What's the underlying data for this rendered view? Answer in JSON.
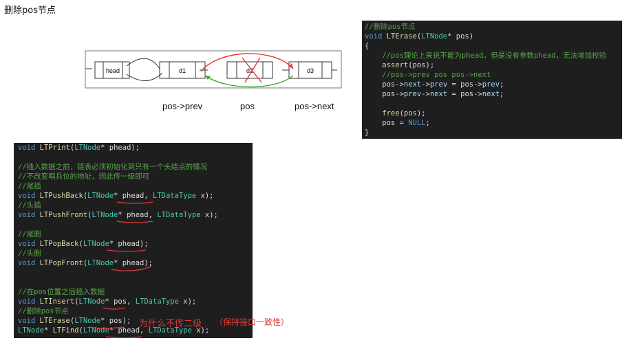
{
  "title": "删除pos节点",
  "diagram": {
    "nodes": [
      "head",
      "d1",
      "d2",
      "d3"
    ],
    "labels": {
      "prev": "pos->prev",
      "pos": "pos",
      "next": "pos->next"
    },
    "colors": {
      "red": "#e53935",
      "green": "#3aa935"
    }
  },
  "right_code": [
    [
      {
        "t": "//删除pos节点",
        "c": "cm"
      }
    ],
    [
      {
        "t": "void ",
        "c": "kw"
      },
      {
        "t": "LTErase",
        "c": "fn"
      },
      {
        "t": "(",
        "c": ""
      },
      {
        "t": "LTNode",
        "c": "ty"
      },
      {
        "t": "* pos)",
        "c": ""
      }
    ],
    [
      {
        "t": "{",
        "c": ""
      }
    ],
    [
      {
        "t": "    //pos理论上来说不能为phead，但是没有参数phead，无法增加校验",
        "c": "cm"
      }
    ],
    [
      {
        "t": "    assert",
        "c": "fn"
      },
      {
        "t": "(pos);",
        "c": ""
      }
    ],
    [
      {
        "t": "    //pos->prev pos pos->next",
        "c": "cm"
      }
    ],
    [
      {
        "t": "    pos->",
        "c": ""
      },
      {
        "t": "next",
        "c": "pm"
      },
      {
        "t": "->",
        "c": ""
      },
      {
        "t": "prev",
        "c": "pm"
      },
      {
        "t": " = pos->",
        "c": ""
      },
      {
        "t": "prev",
        "c": "pm"
      },
      {
        "t": ";",
        "c": ""
      }
    ],
    [
      {
        "t": "    pos->",
        "c": ""
      },
      {
        "t": "prev",
        "c": "pm"
      },
      {
        "t": "->",
        "c": ""
      },
      {
        "t": "next",
        "c": "pm"
      },
      {
        "t": " = pos->",
        "c": ""
      },
      {
        "t": "next",
        "c": "pm"
      },
      {
        "t": ";",
        "c": ""
      }
    ],
    [
      {
        "t": "",
        "c": ""
      }
    ],
    [
      {
        "t": "    free",
        "c": "fn"
      },
      {
        "t": "(pos);",
        "c": ""
      }
    ],
    [
      {
        "t": "    pos = ",
        "c": ""
      },
      {
        "t": "NULL",
        "c": "kw"
      },
      {
        "t": ";",
        "c": ""
      }
    ],
    [
      {
        "t": "}",
        "c": ""
      }
    ]
  ],
  "left_code": [
    [
      {
        "t": "void ",
        "c": "kw"
      },
      {
        "t": "LTPrint",
        "c": "fn"
      },
      {
        "t": "(",
        "c": ""
      },
      {
        "t": "LTNode",
        "c": "ty"
      },
      {
        "t": "* phead);",
        "c": ""
      }
    ],
    [
      {
        "t": "",
        "c": ""
      }
    ],
    [
      {
        "t": "//插入数据之前，链表必须初始化到只有一个头结点的情况",
        "c": "cm"
      }
    ],
    [
      {
        "t": "//不改变哨兵位的地址，因此传一级即可",
        "c": "cm"
      }
    ],
    [
      {
        "t": "//尾插",
        "c": "cm"
      }
    ],
    [
      {
        "t": "void ",
        "c": "kw"
      },
      {
        "t": "LTPushBack",
        "c": "fn"
      },
      {
        "t": "(",
        "c": ""
      },
      {
        "t": "LTNode",
        "c": "ty"
      },
      {
        "t": "* phead, ",
        "c": ""
      },
      {
        "t": "LTDataType",
        "c": "ty"
      },
      {
        "t": " x);",
        "c": ""
      }
    ],
    [
      {
        "t": "//头插",
        "c": "cm"
      }
    ],
    [
      {
        "t": "void ",
        "c": "kw"
      },
      {
        "t": "LTPushFront",
        "c": "fn"
      },
      {
        "t": "(",
        "c": ""
      },
      {
        "t": "LTNode",
        "c": "ty"
      },
      {
        "t": "* phead, ",
        "c": ""
      },
      {
        "t": "LTDataType",
        "c": "ty"
      },
      {
        "t": " x);",
        "c": ""
      }
    ],
    [
      {
        "t": "",
        "c": ""
      }
    ],
    [
      {
        "t": "//尾删",
        "c": "cm"
      }
    ],
    [
      {
        "t": "void ",
        "c": "kw"
      },
      {
        "t": "LTPopBack",
        "c": "fn"
      },
      {
        "t": "(",
        "c": ""
      },
      {
        "t": "LTNode",
        "c": "ty"
      },
      {
        "t": "* phead);",
        "c": ""
      }
    ],
    [
      {
        "t": "//头删",
        "c": "cm"
      }
    ],
    [
      {
        "t": "void ",
        "c": "kw"
      },
      {
        "t": "LTPopFront",
        "c": "fn"
      },
      {
        "t": "(",
        "c": ""
      },
      {
        "t": "LTNode",
        "c": "ty"
      },
      {
        "t": "* phead);",
        "c": ""
      }
    ],
    [
      {
        "t": "",
        "c": ""
      }
    ],
    [
      {
        "t": "",
        "c": ""
      }
    ],
    [
      {
        "t": "//在pos位置之后插入数据",
        "c": "cm"
      }
    ],
    [
      {
        "t": "void ",
        "c": "kw"
      },
      {
        "t": "LTInsert",
        "c": "fn"
      },
      {
        "t": "(",
        "c": ""
      },
      {
        "t": "LTNode",
        "c": "ty"
      },
      {
        "t": "* pos, ",
        "c": ""
      },
      {
        "t": "LTDataType",
        "c": "ty"
      },
      {
        "t": " x);",
        "c": ""
      }
    ],
    [
      {
        "t": "//删除pos节点",
        "c": "cm"
      }
    ],
    [
      {
        "t": "void ",
        "c": "kw"
      },
      {
        "t": "LTErase",
        "c": "fn"
      },
      {
        "t": "(",
        "c": ""
      },
      {
        "t": "LTNode",
        "c": "ty"
      },
      {
        "t": "* pos);",
        "c": ""
      }
    ],
    [
      {
        "t": "LTNode",
        "c": "ty"
      },
      {
        "t": "* ",
        "c": ""
      },
      {
        "t": "LTFind",
        "c": "fn"
      },
      {
        "t": "(",
        "c": ""
      },
      {
        "t": "LTNode",
        "c": "ty"
      },
      {
        "t": "* phead, ",
        "c": ""
      },
      {
        "t": "LTDataType",
        "c": "ty"
      },
      {
        "t": " x);",
        "c": ""
      }
    ]
  ],
  "annotations": {
    "why": "为什么不传二级",
    "reason": "（保持接口一致性）"
  }
}
